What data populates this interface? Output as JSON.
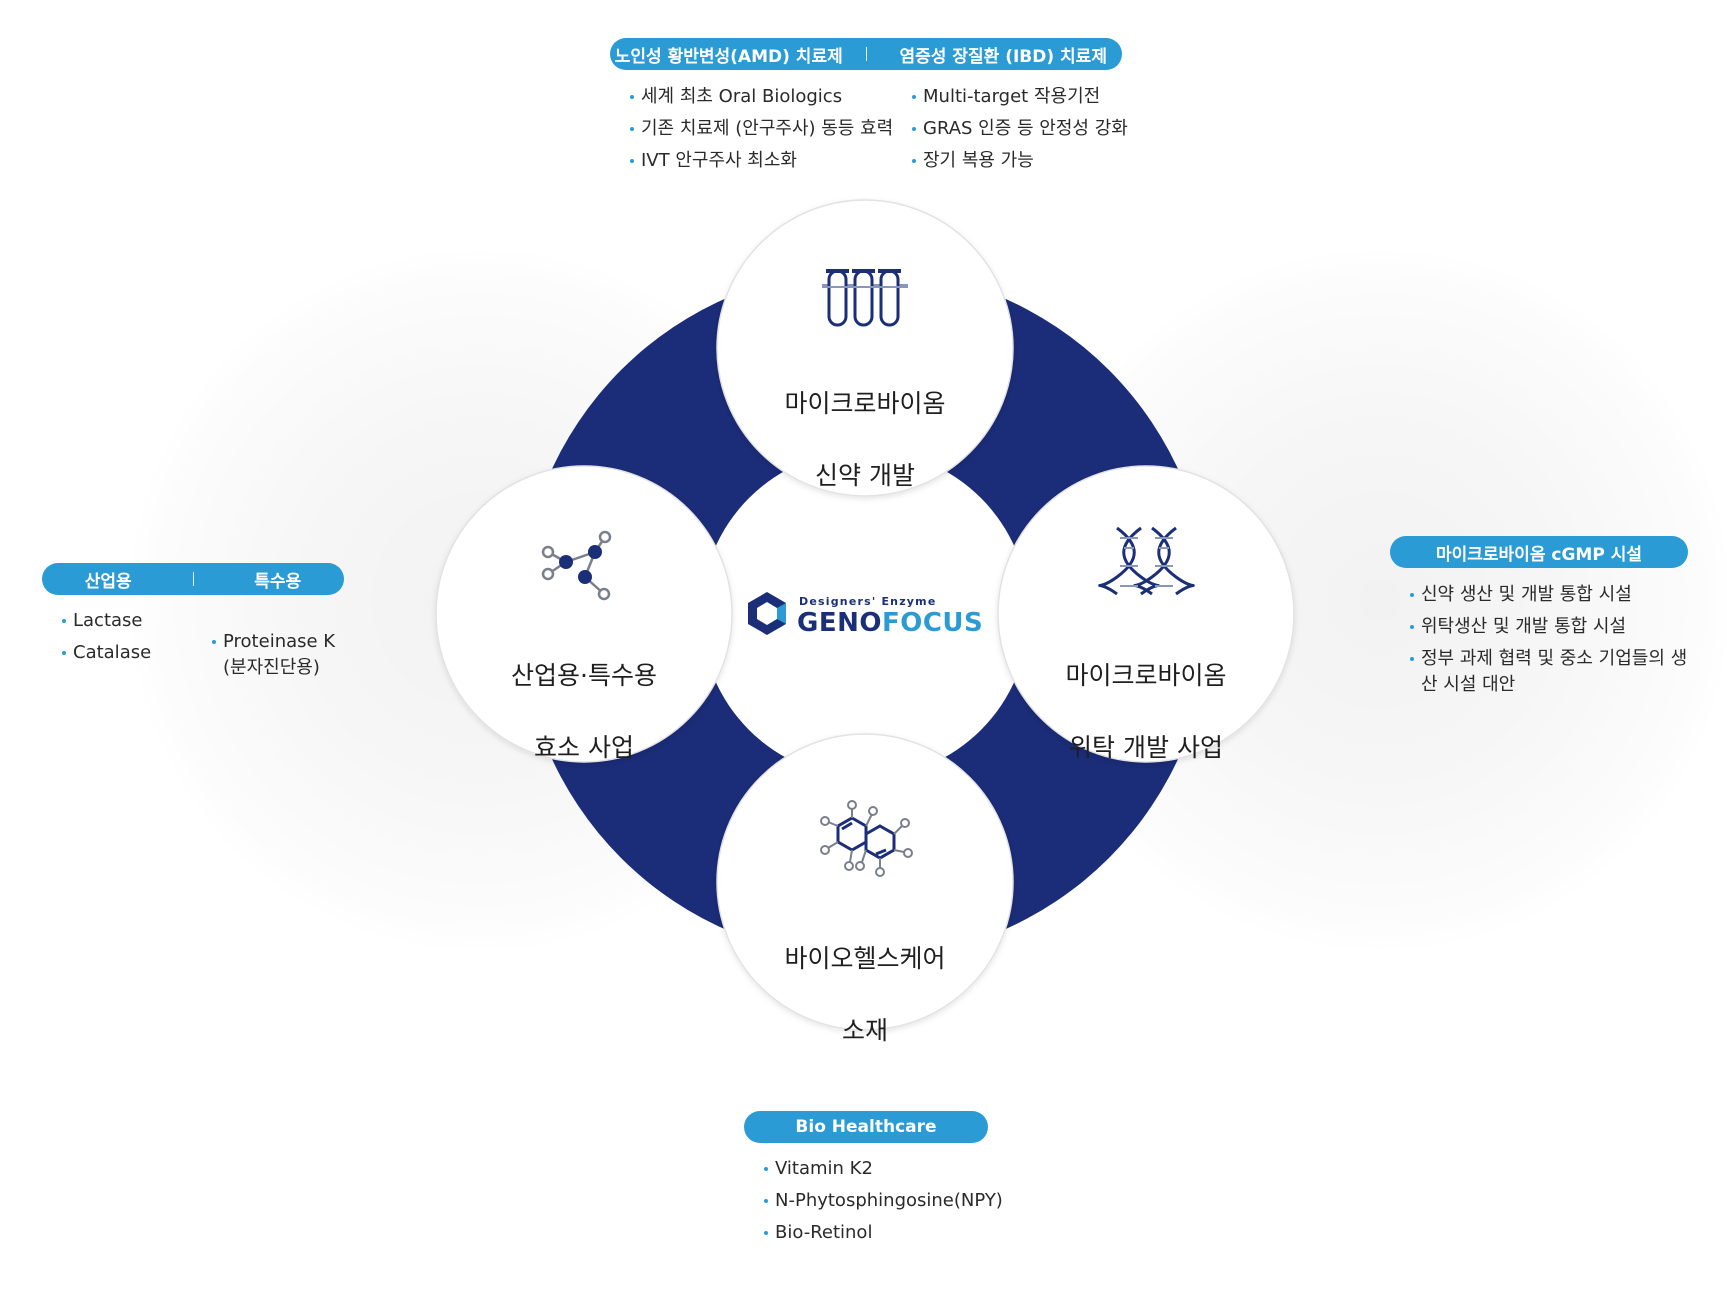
{
  "colors": {
    "navy": "#1b2c78",
    "accent": "#2b9bd6",
    "circle_fill": "#ffffff",
    "circle_border": "#e2e2e2"
  },
  "logo": {
    "tagline": "Designers' Enzyme",
    "name_part1": "GENO",
    "name_part2": "FOCUS",
    "icon": "hexagon-logo-icon"
  },
  "circles": {
    "top": {
      "line1": "마이크로바이옴",
      "line2": "신약 개발",
      "icon": "test-tubes-icon"
    },
    "left": {
      "line1": "산업용·특수용",
      "line2": "효소 사업",
      "icon": "molecule-icon"
    },
    "right": {
      "line1": "마이크로바이옴",
      "line2": "위탁 개발 사업",
      "icon": "dna-icon"
    },
    "bottom": {
      "line1": "바이오헬스케어",
      "line2": "소재",
      "icon": "chemical-ring-icon"
    }
  },
  "top_panel": {
    "pill_left": "노인성 황반변성(AMD) 치료제",
    "pill_right": "염증성 장질환 (IBD) 치료제",
    "col1": [
      "세계 최초 Oral Biologics",
      "기존 치료제 (안구주사) 동등 효력",
      "IVT 안구주사 최소화"
    ],
    "col2": [
      "Multi-target 작용기전",
      "GRAS 인증 등 안정성 강화",
      "장기 복용 가능"
    ]
  },
  "left_panel": {
    "pill_left": "산업용",
    "pill_right": "특수용",
    "col1": [
      "Lactase",
      "Catalase"
    ],
    "col2": [
      "Proteinase K\n(분자진단용)"
    ]
  },
  "right_panel": {
    "pill": "마이크로바이옴 cGMP 시설",
    "items": [
      "신약 생산 및 개발 통합 시설",
      "위탁생산 및 개발 통합 시설",
      "정부 과제 협력 및 중소 기업들의 생산 시설 대안"
    ]
  },
  "bottom_panel": {
    "pill": "Bio Healthcare",
    "items": [
      "Vitamin K2",
      "N-Phytosphingosine(NPY)",
      "Bio-Retinol"
    ]
  }
}
